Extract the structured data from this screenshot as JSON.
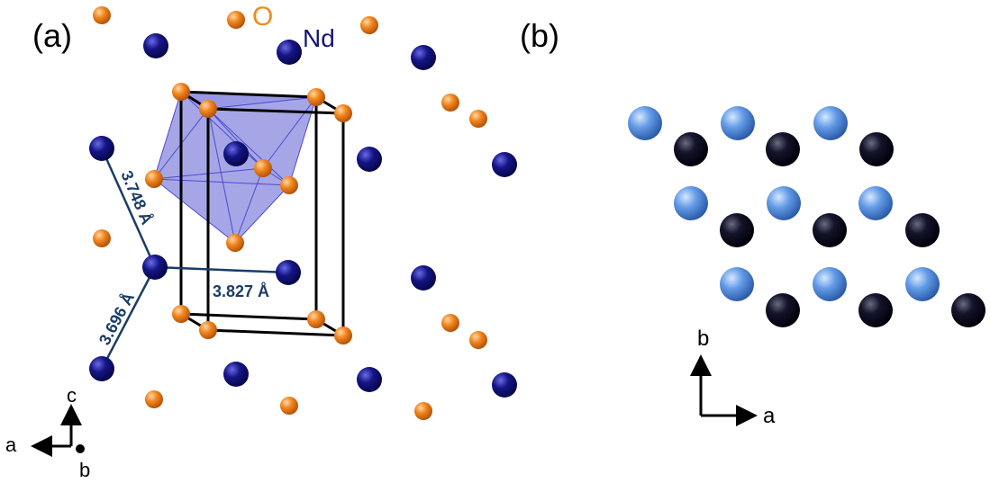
{
  "panel_a": {
    "label": "(a)",
    "legend": {
      "oxygen": "O",
      "neodymium": "Nd"
    },
    "distances": [
      "3.748 Å",
      "3.696 Å",
      "3.827 Å"
    ],
    "axes": {
      "x": "a",
      "y": "c",
      "z": "b"
    }
  },
  "panel_b": {
    "label": "(b)",
    "axes": {
      "x": "a",
      "y": "b"
    }
  },
  "colors": {
    "oxygen": "#f07d1a",
    "neodymium": "#141478",
    "light_atom": "#5b8fde",
    "dark_atom": "#0e0e2a",
    "polyhedron": "#6a6ad8",
    "distance_text": "#1a3d66"
  }
}
